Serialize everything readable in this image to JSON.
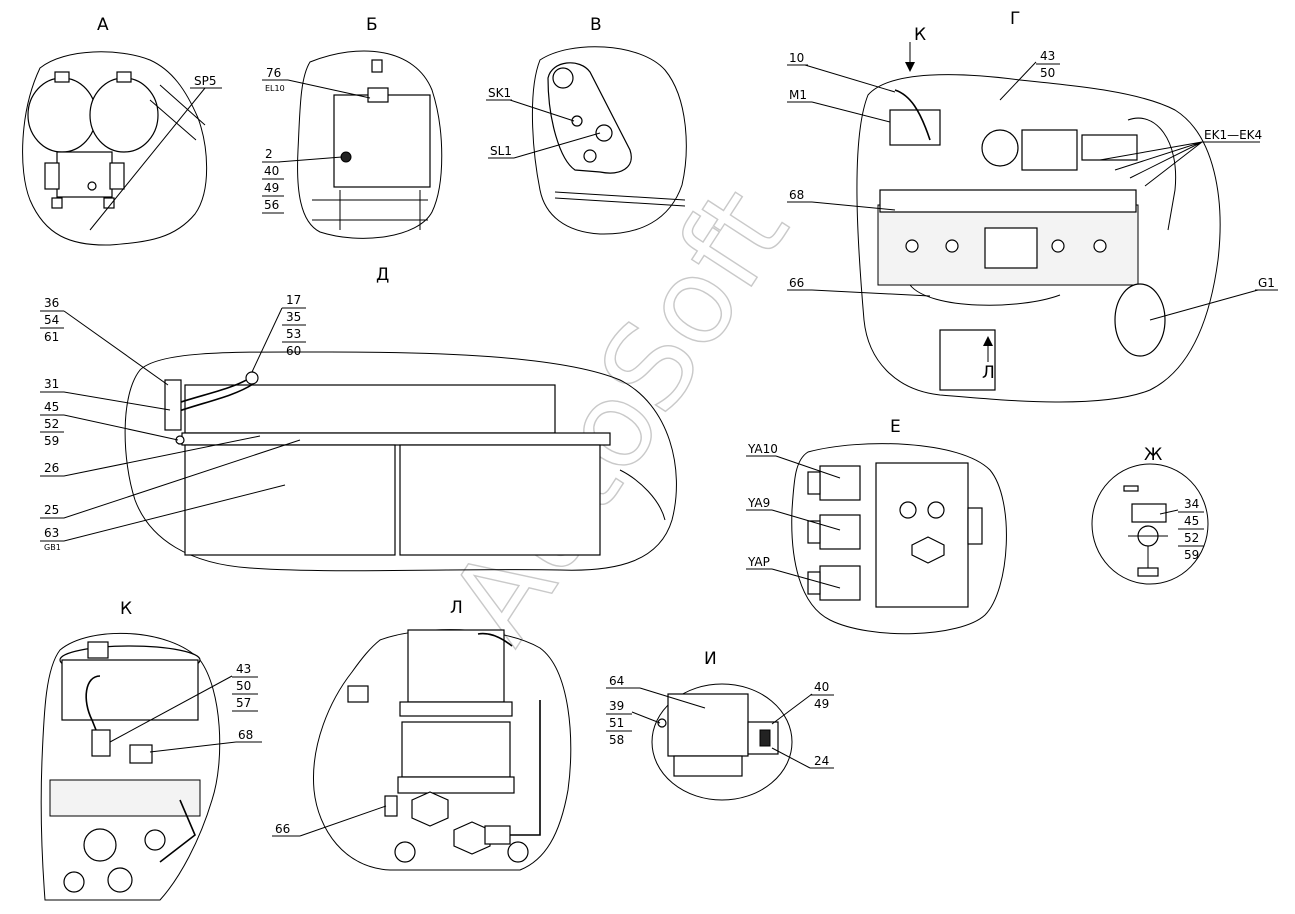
{
  "views": {
    "A": {
      "title": "А"
    },
    "B": {
      "title": "Б"
    },
    "V": {
      "title": "В"
    },
    "G": {
      "title": "Г"
    },
    "D": {
      "title": "Д"
    },
    "E": {
      "title": "Е"
    },
    "Zh": {
      "title": "Ж"
    },
    "K": {
      "title": "К"
    },
    "L": {
      "title": "Л"
    },
    "I": {
      "title": "И"
    }
  },
  "arrows": {
    "k": "К",
    "l": "Л"
  },
  "labels": {
    "sp5": "SP5",
    "b_76": "76",
    "b_el10": "EL10",
    "b_2": "2",
    "b_40": "40",
    "b_49": "49",
    "b_56": "56",
    "sk1": "SK1",
    "sl1": "SL1",
    "g_10": "10",
    "g_m1": "M1",
    "g_43": "43",
    "g_50": "50",
    "g_ek": "EK1—EK4",
    "g_68": "68",
    "g_66": "66",
    "g_g1": "G1",
    "d_36": "36",
    "d_54": "54",
    "d_61": "61",
    "d_17": "17",
    "d_35": "35",
    "d_53": "53",
    "d_60": "60",
    "d_31": "31",
    "d_45": "45",
    "d_52": "52",
    "d_59": "59",
    "d_26": "26",
    "d_25": "25",
    "d_63": "63",
    "d_gb1": "GB1",
    "ya10": "YA10",
    "ya9": "YA9",
    "yap": "YAP",
    "zh_34": "34",
    "zh_45": "45",
    "zh_52": "52",
    "zh_59": "59",
    "k_43": "43",
    "k_50": "50",
    "k_57": "57",
    "k_68": "68",
    "l_66": "66",
    "i_64": "64",
    "i_39": "39",
    "i_51": "51",
    "i_58": "58",
    "i_40": "40",
    "i_49": "49",
    "i_24": "24"
  },
  "watermark": "AutoSoft"
}
